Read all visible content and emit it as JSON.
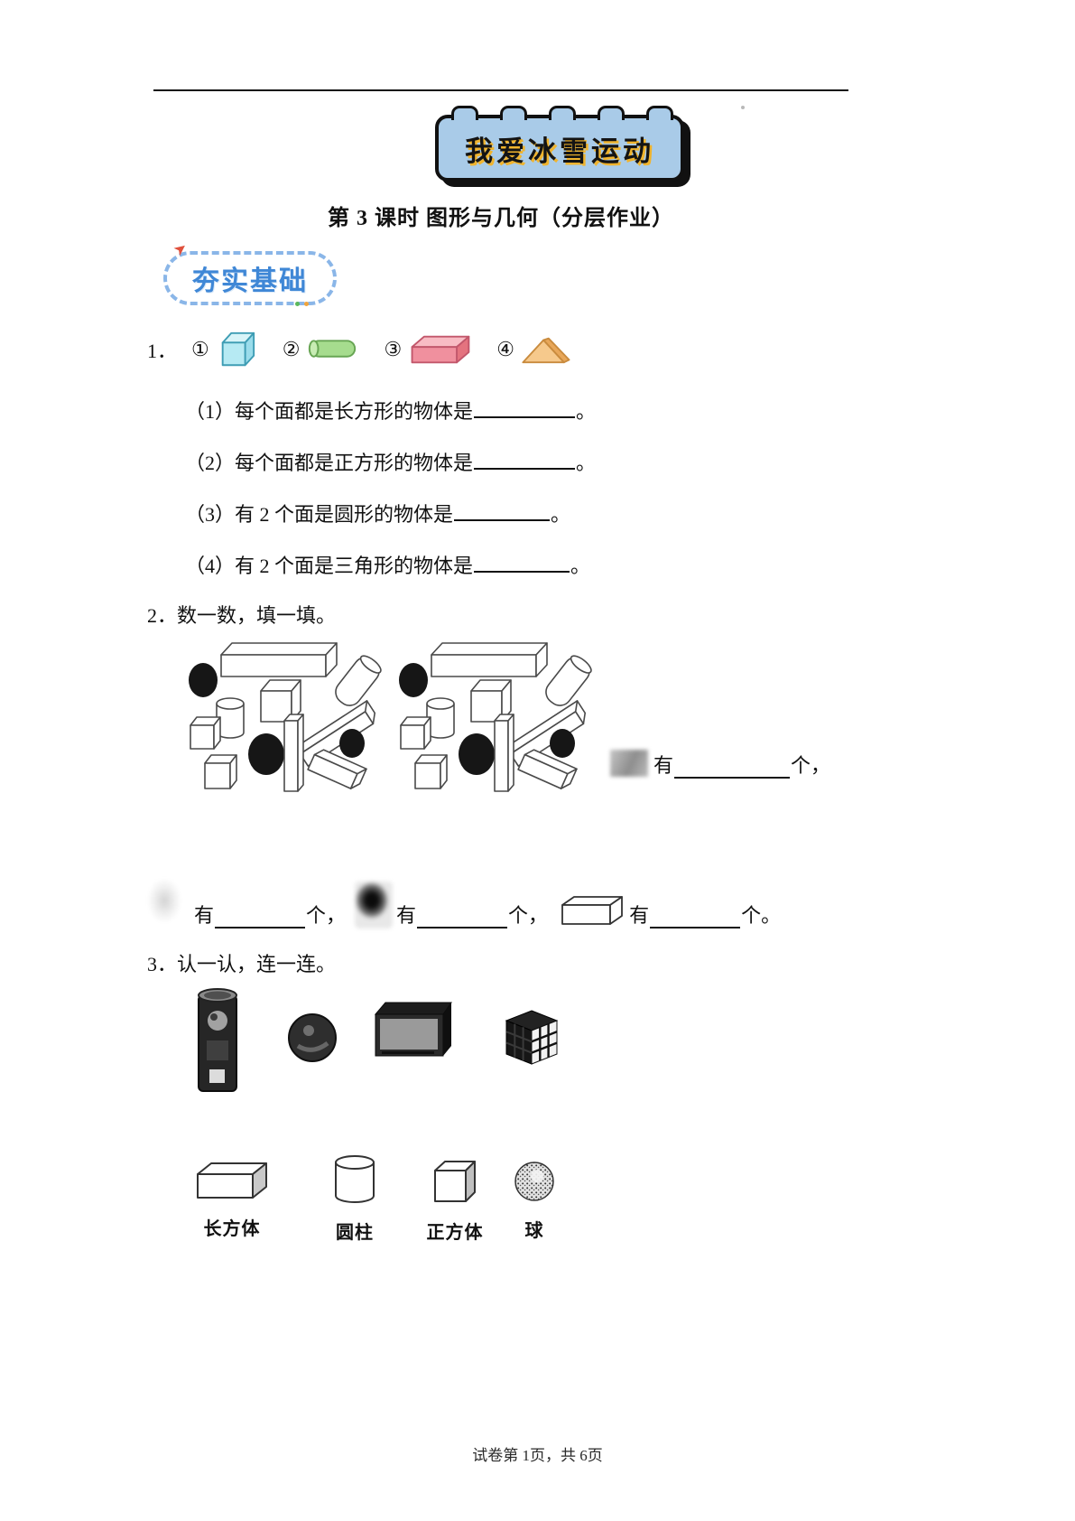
{
  "page": {
    "banner_title": "我爱冰雪运动",
    "lesson_title": "第 3 课时 图形与几何（分层作业）",
    "section_badge": "夯实基础",
    "footer": "试卷第 1页，共 6页"
  },
  "q1": {
    "number": "1．",
    "options": [
      {
        "num": "①",
        "shape": "cube"
      },
      {
        "num": "②",
        "shape": "cylinder"
      },
      {
        "num": "③",
        "shape": "cuboid"
      },
      {
        "num": "④",
        "shape": "triangle"
      }
    ],
    "subs": [
      {
        "text": "（1）每个面都是长方形的物体是",
        "suffix": "。"
      },
      {
        "text": "（2）每个面都是正方形的物体是",
        "suffix": "。"
      },
      {
        "text": "（3）有 2 个面是圆形的物体是",
        "suffix": "。"
      },
      {
        "text": "（4）有 2 个面是三角形的物体是",
        "suffix": "。"
      }
    ]
  },
  "q2": {
    "title": "2．数一数，填一填。",
    "items": [
      {
        "pre": "有",
        "post": "个，"
      },
      {
        "pre": "有",
        "post": "个，"
      },
      {
        "pre": "有",
        "post": "个，"
      },
      {
        "pre": "有",
        "post": "个。"
      }
    ]
  },
  "q3": {
    "title": "3．认一认，连一连。",
    "labels": [
      "长方体",
      "圆柱",
      "正方体",
      "球"
    ]
  },
  "colors": {
    "banner_fill": "#a9cbe8",
    "badge_blue": "#3f87d6",
    "pin_red": "#e0503c",
    "cube_fill": "#b6eaf3",
    "cube_top": "#d8f4f8",
    "cube_side": "#9adceb",
    "cube_stroke": "#3e9db4",
    "cylinder_fill": "#a6dc8e",
    "cylinder_end": "#c8ecb4",
    "cylinder_stroke": "#67a553",
    "cuboid_fill": "#f0909e",
    "cuboid_top": "#f8bcc4",
    "cuboid_side": "#e4737f",
    "cuboid_stroke": "#c2576b",
    "triangle_fill": "#f6c98c",
    "triangle_side": "#e8a75a",
    "triangle_stroke": "#c98b3e"
  }
}
